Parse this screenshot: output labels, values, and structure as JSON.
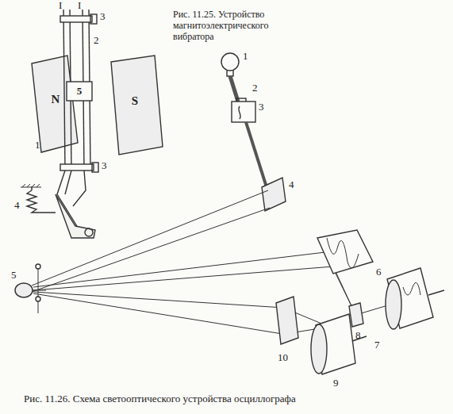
{
  "diagram": {
    "caption": "Рис. 11.26. Схема светооптического устройства осциллографа",
    "nodes": [
      {
        "text": [
          "N"
        ]
      },
      {
        "text": [
          "S"
        ]
      },
      {
        "text": [
          "5"
        ]
      }
    ],
    "labels": [
      "Рис. 11.25. Устройство магнитоэлектрического вибратора",
      "I",
      "I",
      "3",
      "2",
      "1",
      "3",
      "4",
      "1",
      "2",
      "3",
      "4",
      "5",
      "6",
      "10",
      "9",
      "8",
      "7"
    ]
  }
}
